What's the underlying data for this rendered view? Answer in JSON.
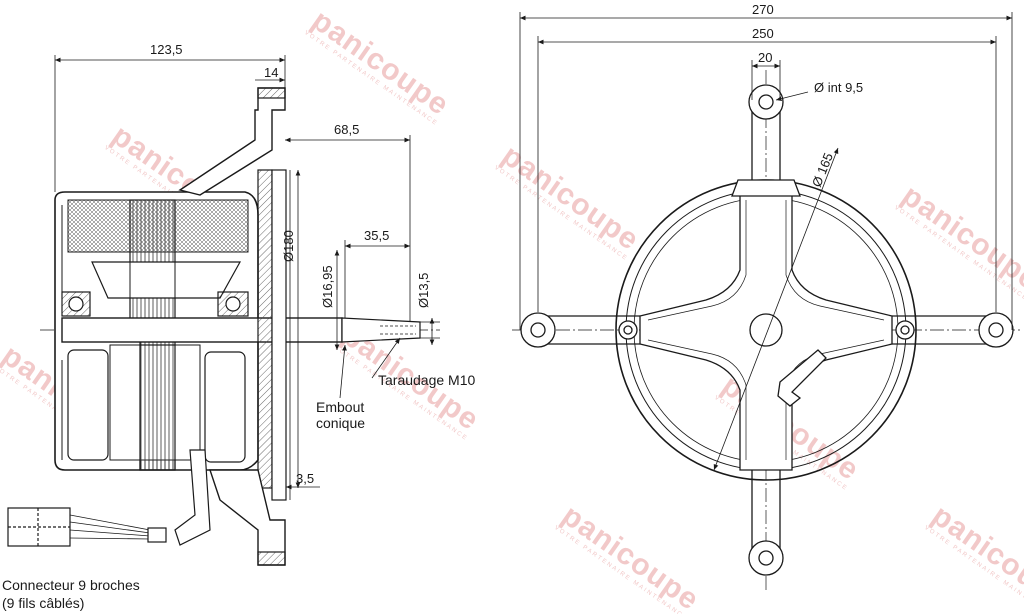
{
  "dimensions": {
    "d123": "123,5",
    "d14": "14",
    "d68": "68,5",
    "d35": "35,5",
    "d180": "Ø180",
    "d1695": "Ø16,95",
    "d135": "Ø13,5",
    "d35b": "3,5",
    "d270": "270",
    "d250": "250",
    "d20": "20",
    "d165": "Ø 165",
    "dint": "Ø int 9,5"
  },
  "labels": {
    "thread": "Taraudage M10",
    "tip1": "Embout",
    "tip2": "conique",
    "conn1": "Connecteur 9 broches",
    "conn2": "(9 fils câblés)"
  },
  "watermark": {
    "brand": "panicoupe",
    "tagline": "VOTRE PARTENAIRE MAINTENANCE"
  },
  "colors": {
    "line": "#1a1a1a",
    "watermark": "#f2c9c9"
  }
}
